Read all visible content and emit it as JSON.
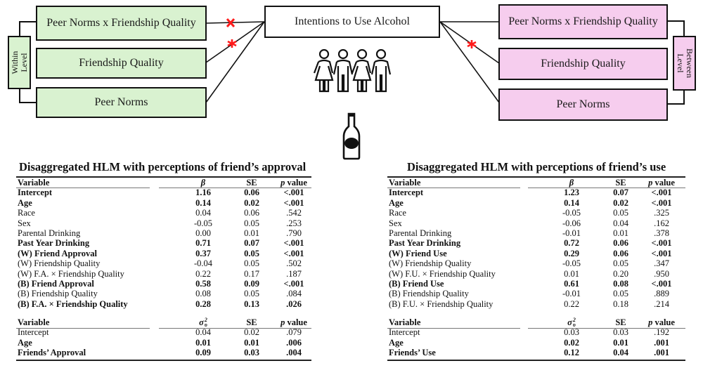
{
  "diagram": {
    "outcome": "Intentions to Use Alcohol",
    "within": {
      "level_label_line1": "Within",
      "level_label_line2": "Level",
      "boxes": [
        "Peer Norms x Friendship Quality",
        "Friendship Quality",
        "Peer Norms"
      ],
      "color": "#d9f2d0"
    },
    "between": {
      "level_label_line1": "Between",
      "level_label_line2": "Level",
      "boxes": [
        "Peer Norms x Friendship Quality",
        "Friendship Quality",
        "Peer Norms"
      ],
      "color": "#f6cdee"
    },
    "marks": {
      "within_interaction": "x",
      "within_friendship_quality": "*",
      "between_friendship_quality": "*"
    },
    "mark_color": "#ff1a1a",
    "icons": [
      "people-group-icon",
      "bottle-icon"
    ]
  },
  "tables": [
    {
      "title": "Disaggregated HLM with perceptions of friend’s approval",
      "fixed": {
        "headers": [
          "Variable",
          "β",
          "SE",
          "p value"
        ],
        "rows": [
          {
            "variable": "Intercept",
            "beta": "1.16",
            "se": "0.06",
            "p": "<.001",
            "bold": true
          },
          {
            "variable": "Age",
            "beta": "0.14",
            "se": "0.02",
            "p": "<.001",
            "bold": true
          },
          {
            "variable": "Race",
            "beta": "0.04",
            "se": "0.06",
            "p": ".542",
            "bold": false
          },
          {
            "variable": "Sex",
            "beta": "-0.05",
            "se": "0.05",
            "p": ".253",
            "bold": false
          },
          {
            "variable": "Parental Drinking",
            "beta": "0.00",
            "se": "0.01",
            "p": ".790",
            "bold": false
          },
          {
            "variable": "Past Year Drinking",
            "beta": "0.71",
            "se": "0.07",
            "p": "<.001",
            "bold": true
          },
          {
            "variable": "(W) Friend Approval",
            "beta": "0.37",
            "se": "0.05",
            "p": "<.001",
            "bold": true
          },
          {
            "variable": "(W) Friendship Quality",
            "beta": "-0.04",
            "se": "0.05",
            "p": ".502",
            "bold": false
          },
          {
            "variable": "(W) F.A. × Friendship Quality",
            "beta": "0.22",
            "se": "0.17",
            "p": ".187",
            "bold": false
          },
          {
            "variable": "(B) Friend Approval",
            "beta": "0.58",
            "se": "0.09",
            "p": "<.001",
            "bold": true
          },
          {
            "variable": "(B) Friendship Quality",
            "beta": "0.08",
            "se": "0.05",
            "p": ".084",
            "bold": false
          },
          {
            "variable": "(B) F.A. × Friendship Quality",
            "beta": "0.28",
            "se": "0.13",
            "p": ".026",
            "bold": true
          }
        ]
      },
      "random": {
        "headers": [
          "Variable",
          "σ",
          "SE",
          "p value"
        ],
        "sigma_sup": "2",
        "sigma_sub": "υ",
        "rows": [
          {
            "variable": "Intercept",
            "beta": "0.04",
            "se": "0.02",
            "p": ".079",
            "bold": false
          },
          {
            "variable": "Age",
            "beta": "0.01",
            "se": "0.01",
            "p": ".006",
            "bold": true
          },
          {
            "variable": "Friends’ Approval",
            "beta": "0.09",
            "se": "0.03",
            "p": ".004",
            "bold": true
          }
        ]
      }
    },
    {
      "title": "Disaggregated HLM with perceptions of friend’s use",
      "fixed": {
        "headers": [
          "Variable",
          "β",
          "SE",
          "p value"
        ],
        "rows": [
          {
            "variable": "Intercept",
            "beta": "1.23",
            "se": "0.07",
            "p": "<.001",
            "bold": true
          },
          {
            "variable": "Age",
            "beta": "0.14",
            "se": "0.02",
            "p": "<.001",
            "bold": true
          },
          {
            "variable": "Race",
            "beta": "-0.05",
            "se": "0.05",
            "p": ".325",
            "bold": false
          },
          {
            "variable": "Sex",
            "beta": "-0.06",
            "se": "0.04",
            "p": ".162",
            "bold": false
          },
          {
            "variable": "Parental Drinking",
            "beta": "-0.01",
            "se": "0.01",
            "p": ".378",
            "bold": false
          },
          {
            "variable": "Past Year Drinking",
            "beta": "0.72",
            "se": "0.06",
            "p": "<.001",
            "bold": true
          },
          {
            "variable": "(W) Friend Use",
            "beta": "0.29",
            "se": "0.06",
            "p": "<.001",
            "bold": true
          },
          {
            "variable": "(W) Friendship Quality",
            "beta": "-0.05",
            "se": "0.05",
            "p": ".347",
            "bold": false
          },
          {
            "variable": "(W) F.U. × Friendship Quality",
            "beta": "0.01",
            "se": "0.20",
            "p": ".950",
            "bold": false
          },
          {
            "variable": "(B) Friend Use",
            "beta": "0.61",
            "se": "0.08",
            "p": "<.001",
            "bold": true
          },
          {
            "variable": "(B) Friendship Quality",
            "beta": "-0.01",
            "se": "0.05",
            "p": ".889",
            "bold": false
          },
          {
            "variable": "(B) F.U. × Friendship Quality",
            "beta": "0.22",
            "se": "0.18",
            "p": ".214",
            "bold": false
          }
        ]
      },
      "random": {
        "headers": [
          "Variable",
          "σ",
          "SE",
          "p value"
        ],
        "sigma_sup": "2",
        "sigma_sub": "υ",
        "rows": [
          {
            "variable": "Intercept",
            "beta": "0.03",
            "se": "0.03",
            "p": ".192",
            "bold": false
          },
          {
            "variable": "Age",
            "beta": "0.02",
            "se": "0.01",
            "p": ".001",
            "bold": true
          },
          {
            "variable": "Friends’ Use",
            "beta": "0.12",
            "se": "0.04",
            "p": ".001",
            "bold": true
          }
        ]
      }
    }
  ]
}
